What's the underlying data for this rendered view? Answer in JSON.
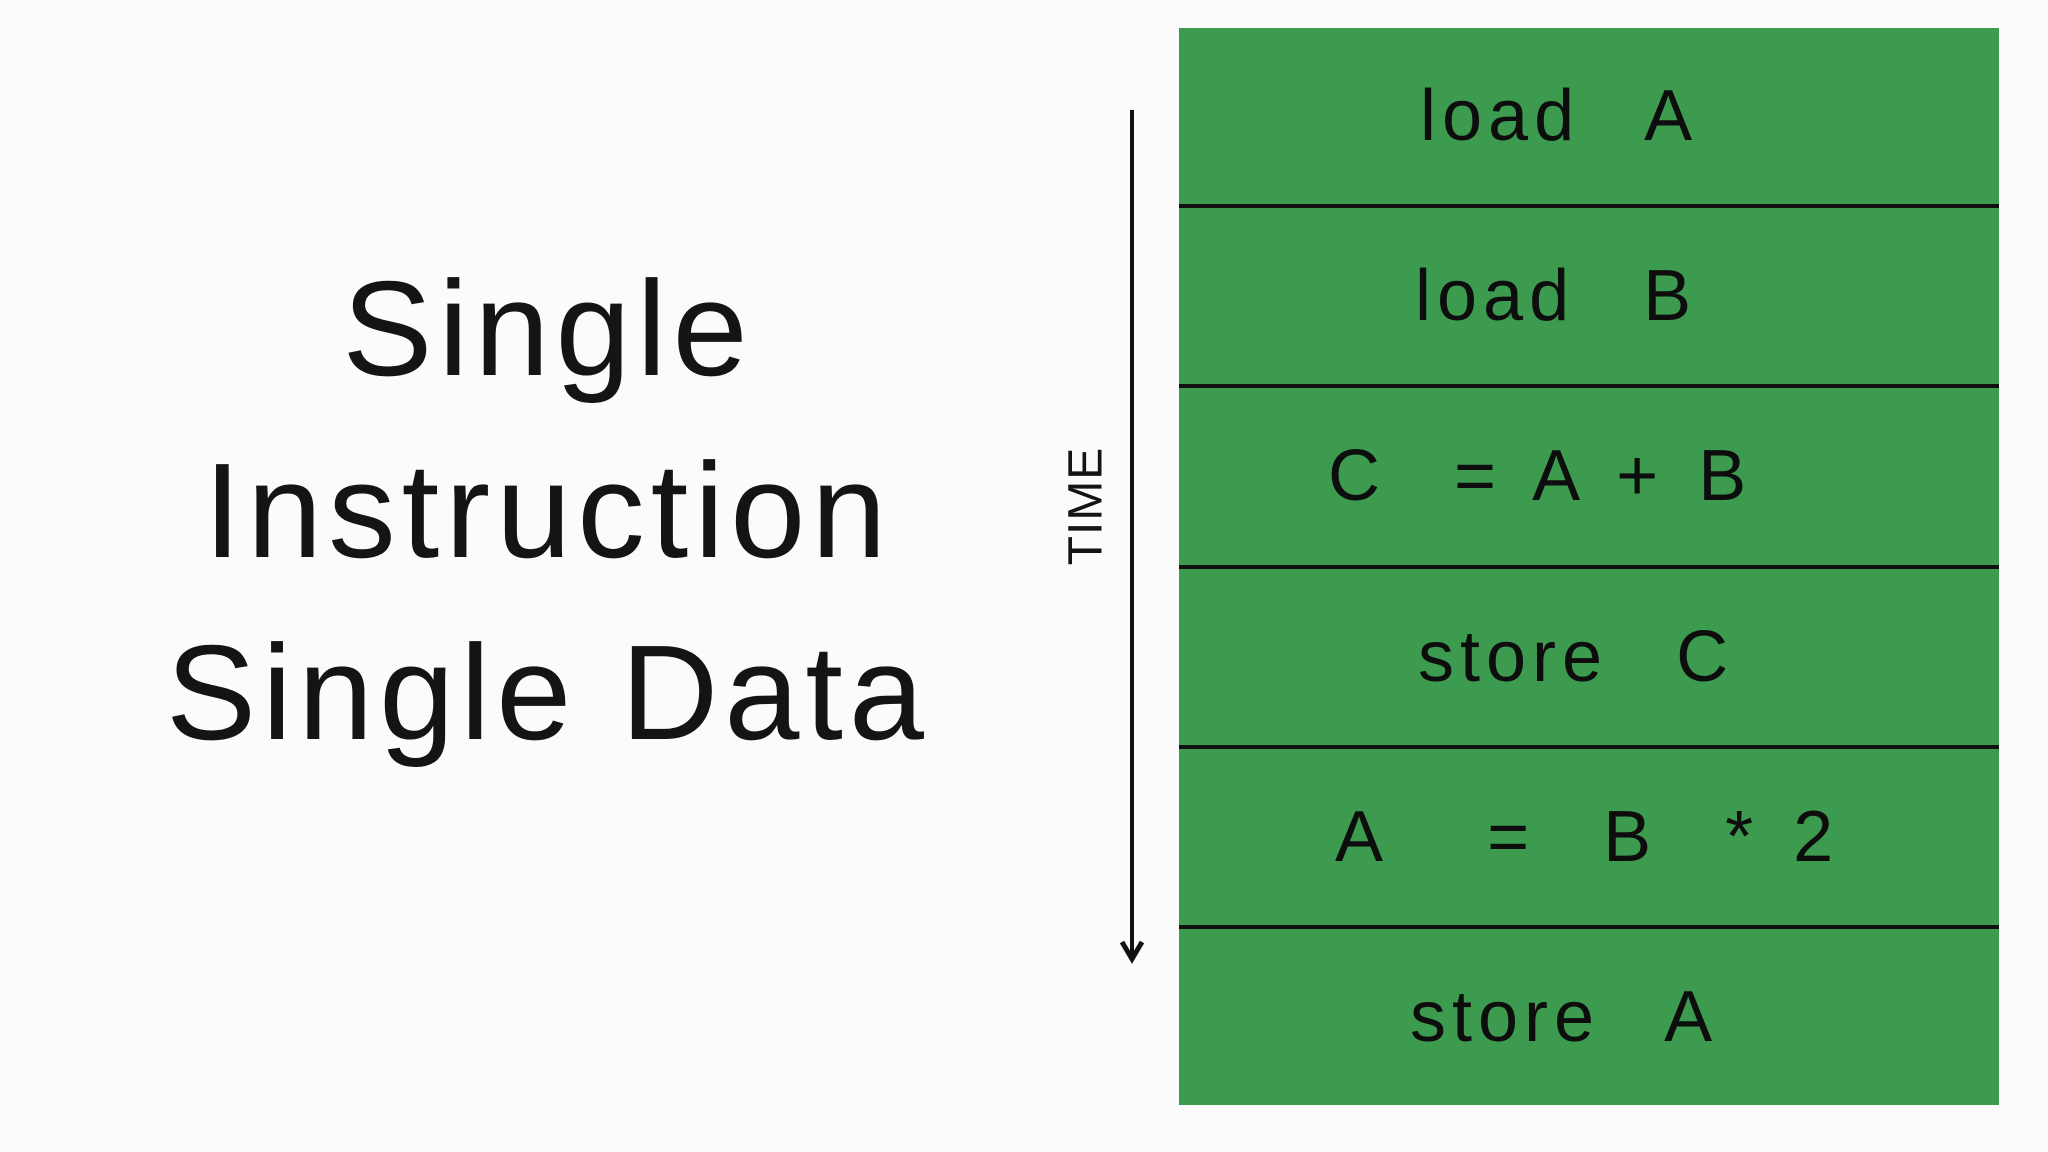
{
  "title": {
    "lines": [
      "Single",
      "Instruction",
      "Single Data"
    ]
  },
  "time_axis": {
    "label": "TIME",
    "direction": "down"
  },
  "table": {
    "rows": [
      "load  A",
      "load  B",
      "C  = A + B",
      "store  C",
      "A   =  B  * 2",
      "store  A"
    ]
  },
  "colors": {
    "cell_green": "#3d9b50",
    "separator_line": "#111111",
    "background": "#fbfbfb",
    "text": "#141414"
  }
}
